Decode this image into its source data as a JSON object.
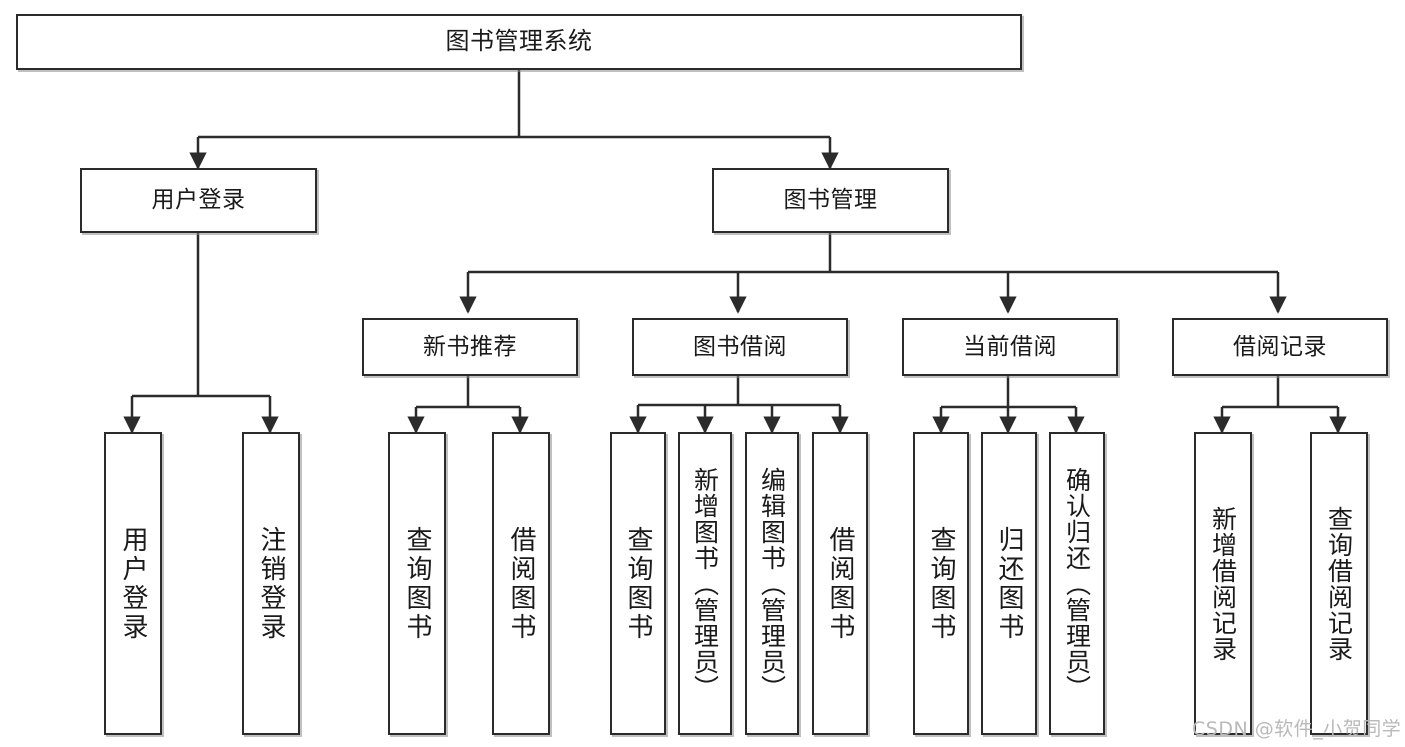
{
  "diagram": {
    "title": "图书管理系统",
    "type": "tree-hierarchy-diagram",
    "root": {
      "label": "图书管理系统"
    },
    "level2": [
      {
        "label": "用户登录"
      },
      {
        "label": "图书管理"
      }
    ],
    "level3": [
      {
        "label": "新书推荐"
      },
      {
        "label": "图书借阅"
      },
      {
        "label": "当前借阅"
      },
      {
        "label": "借阅记录"
      }
    ],
    "leaves": {
      "user_login": [
        {
          "label": "用户登录"
        },
        {
          "label": "注销登录"
        }
      ],
      "new_book_recommend": [
        {
          "label": "查询图书"
        },
        {
          "label": "借阅图书"
        }
      ],
      "book_borrow": [
        {
          "label": "查询图书"
        },
        {
          "label": "新增图书（管理员）"
        },
        {
          "label": "编辑图书（管理员）"
        },
        {
          "label": "借阅图书"
        }
      ],
      "current_borrow": [
        {
          "label": "查询图书"
        },
        {
          "label": "归还图书"
        },
        {
          "label": "确认归还（管理员）"
        }
      ],
      "borrow_record": [
        {
          "label": "新增借阅记录"
        },
        {
          "label": "查询借阅记录"
        }
      ]
    }
  },
  "watermark": {
    "text": "CSDN @软件_小贺同学"
  },
  "colors": {
    "stroke": "#2b2b2b",
    "background": "#ffffff",
    "text": "#1a1a1a",
    "watermark": "#b9b9b9"
  }
}
